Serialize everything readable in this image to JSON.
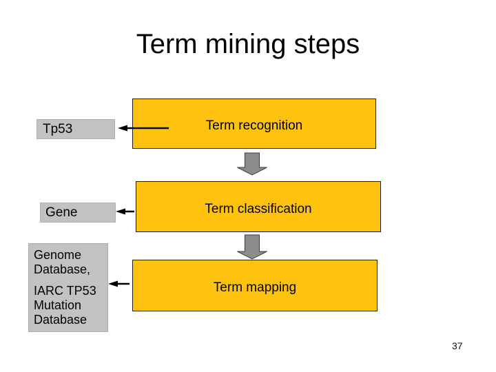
{
  "slide": {
    "title": "Term mining steps",
    "page_number": "37"
  },
  "colors": {
    "background": "#FFFFFF",
    "step_box_fill": "#FFC20E",
    "step_box_border": "#1A1A1A",
    "output_box_fill": "#C2C2C2",
    "flow_arrow_fill": "#8C8C8C",
    "flow_arrow_outline": "#3C3C3C",
    "connector_color": "#000000",
    "text": "#000000"
  },
  "steps": [
    {
      "label": "Term recognition"
    },
    {
      "label": "Term classification"
    },
    {
      "label": "Term mapping"
    }
  ],
  "outputs": [
    {
      "label": "Tp53"
    },
    {
      "label": "Gene"
    },
    {
      "para1": "Genome Database,",
      "para2": "IARC TP53 Mutation Database"
    }
  ]
}
